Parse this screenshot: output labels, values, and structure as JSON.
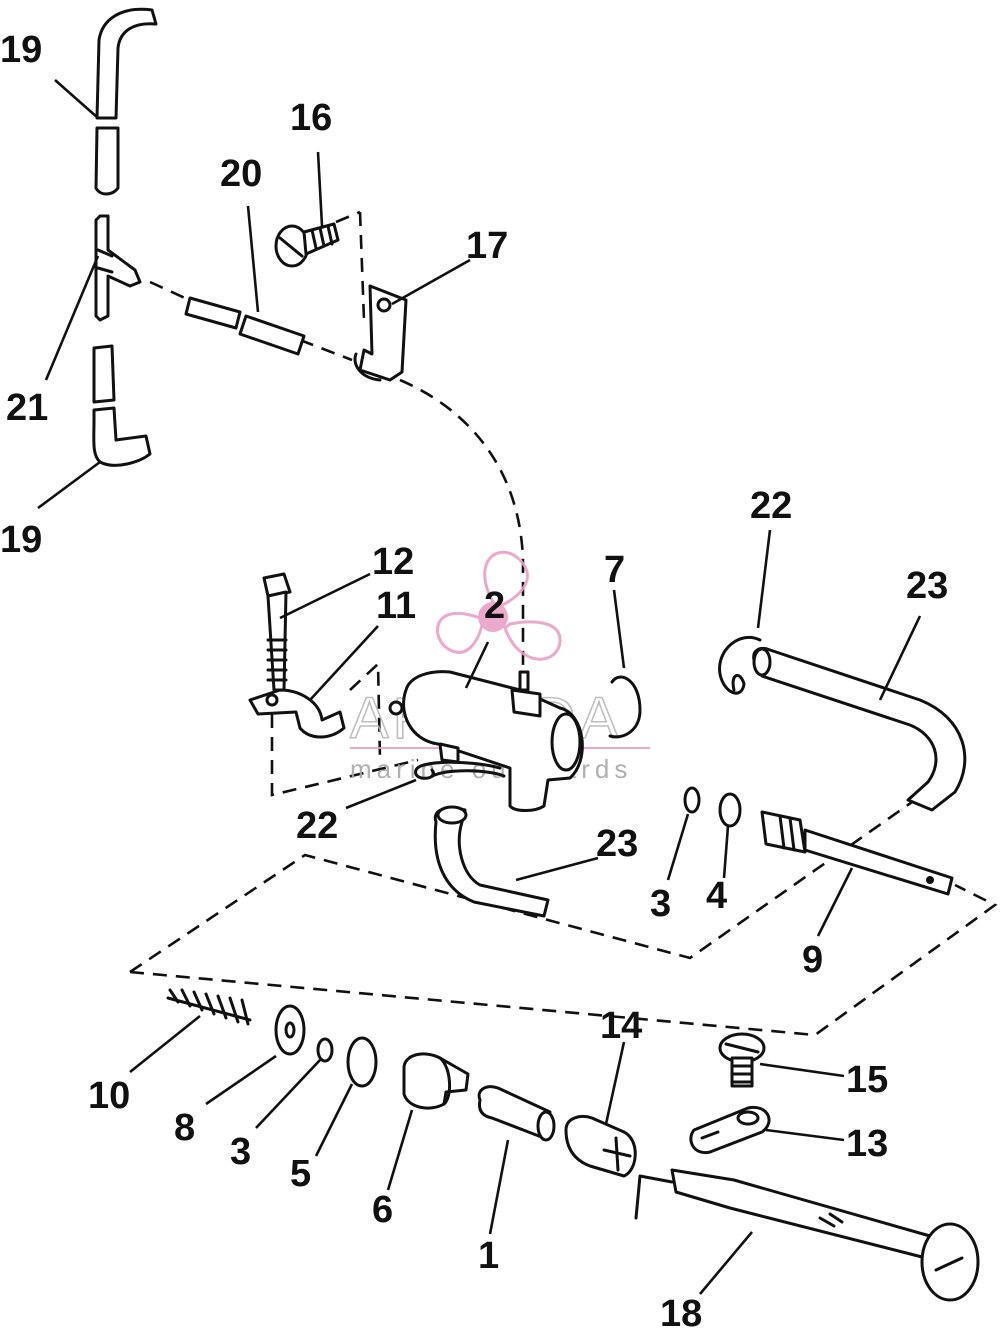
{
  "watermark": {
    "brand": "ARMADA",
    "tagline": "marine outboards",
    "accent_color": "#e8a0c8",
    "icon": "propeller-logo"
  },
  "callouts": [
    {
      "id": "c19a",
      "text": "19"
    },
    {
      "id": "c16",
      "text": "16"
    },
    {
      "id": "c20",
      "text": "20"
    },
    {
      "id": "c17",
      "text": "17"
    },
    {
      "id": "c21",
      "text": "21"
    },
    {
      "id": "c19b",
      "text": "19"
    },
    {
      "id": "c22a",
      "text": "22"
    },
    {
      "id": "c23a",
      "text": "23"
    },
    {
      "id": "c12",
      "text": "12"
    },
    {
      "id": "c11",
      "text": "11"
    },
    {
      "id": "c2",
      "text": "2"
    },
    {
      "id": "c7",
      "text": "7"
    },
    {
      "id": "c22b",
      "text": "22"
    },
    {
      "id": "c23b",
      "text": "23"
    },
    {
      "id": "c3a",
      "text": "3"
    },
    {
      "id": "c4",
      "text": "4"
    },
    {
      "id": "c9",
      "text": "9"
    },
    {
      "id": "c14",
      "text": "14"
    },
    {
      "id": "c15",
      "text": "15"
    },
    {
      "id": "c13",
      "text": "13"
    },
    {
      "id": "c10",
      "text": "10"
    },
    {
      "id": "c8",
      "text": "8"
    },
    {
      "id": "c3b",
      "text": "3"
    },
    {
      "id": "c5",
      "text": "5"
    },
    {
      "id": "c6",
      "text": "6"
    },
    {
      "id": "c1",
      "text": "1"
    },
    {
      "id": "c18",
      "text": "18"
    }
  ]
}
